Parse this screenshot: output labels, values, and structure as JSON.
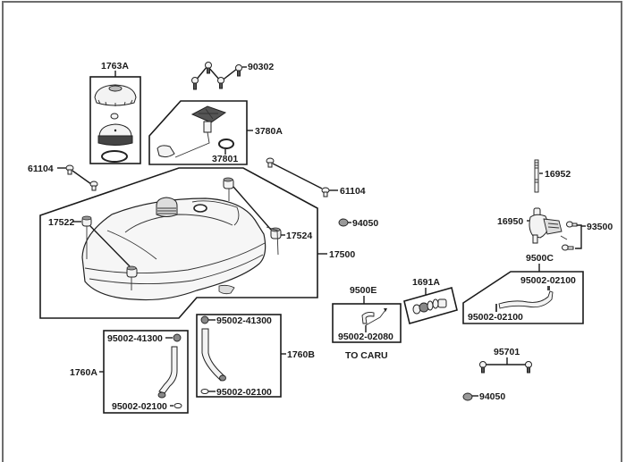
{
  "diagram": {
    "title": "Fuel Tank Assembly Exploded View",
    "labels": {
      "cap_assembly": "1763A",
      "bolts_top": "90302",
      "fuel_pump_assembly": "3780A",
      "pump_gasket": "37801",
      "bolt_left": "61104",
      "bolt_right": "61104",
      "grommet_left": "17522",
      "grommet_right": "17524",
      "fuel_tank": "17500",
      "nut_upper": "94050",
      "nut_lower": "94050",
      "hose_a_top_clip": "95002-41300",
      "hose_a": "1760A",
      "hose_a_bottom_clip": "95002-02100",
      "hose_b_top_clip": "95002-41300",
      "hose_b": "1760B",
      "hose_b_bottom_clip": "95002-02100",
      "hose_e": "9500E",
      "hose_e_clip": "95002-02080",
      "hose_e_note": "TO CARU",
      "fuel_filter": "1691A",
      "hose_c": "9500C",
      "hose_c_clip_top": "95002-02100",
      "hose_c_clip_bottom": "95002-02100",
      "petcock_pipe": "16952",
      "fuel_petcock": "16950",
      "petcock_screw": "93500",
      "bracket_bolts": "95701"
    }
  }
}
